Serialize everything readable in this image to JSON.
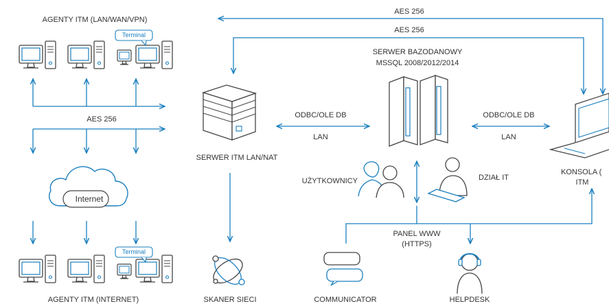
{
  "labels": {
    "agents_lan": "AGENTY ITM (LAN/WAN/VPN)",
    "agents_internet": "AGENTY ITM (INTERNET)",
    "terminal": "Terminal",
    "internet": "Internet",
    "aes_left": "AES 256",
    "aes_top1": "AES 256",
    "aes_top2": "AES 256",
    "db_title": "SERWER BAZODANOWY",
    "db_version": "MSSQL 2008/2012/2014",
    "odbc_left": "ODBC/OLE DB",
    "lan_left": "LAN",
    "odbc_right": "ODBC/OLE DB",
    "lan_right": "LAN",
    "itm_server": "SERWER ITM LAN/NAT",
    "users": "UŻYTKOWNICY",
    "it_dept": "DZIAŁ IT",
    "console_1": "KONSOLA (",
    "console_2": "ITM",
    "panel_1": "PANEL WWW",
    "panel_2": "(HTTPS)",
    "scanner": "SKANER SIECI",
    "communicator": "COMMUNICATOR",
    "helpdesk": "HELPDESK"
  },
  "colors": {
    "line": "#1a7fbf",
    "icon_stroke": "#444444",
    "icon_fill": "#ffffff",
    "accent": "#1a7fbf"
  }
}
